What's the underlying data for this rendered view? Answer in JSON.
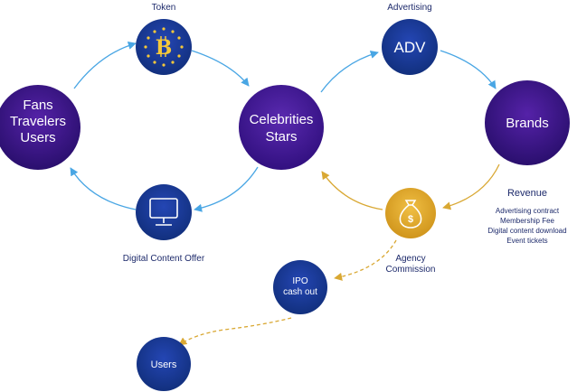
{
  "nodes": {
    "fans": {
      "lines": [
        "Fans",
        "Travelers",
        "Users"
      ]
    },
    "celebrities": {
      "lines": [
        "Celebrities",
        "Stars"
      ]
    },
    "brands": {
      "lines": [
        "Brands"
      ]
    },
    "adv": {
      "text": "ADV"
    },
    "ipo": {
      "lines": [
        "IPO",
        "cash out"
      ]
    },
    "users": {
      "text": "Users"
    }
  },
  "labels": {
    "token": "Token",
    "advertising": "Advertising",
    "digital_content_offer": "Digital Content Offer",
    "revenue": "Revenue",
    "revenue_items": [
      "Advertising contract",
      "Membership Fee",
      "Digital content download",
      "Event tickets"
    ],
    "agency_commission": [
      "Agency",
      "Commission"
    ]
  },
  "icons": {
    "token": "bitcoin-eu-stars-icon",
    "digital": "monitor-icon",
    "commission": "money-bag-icon"
  },
  "colors": {
    "dark_node": "#2a1070",
    "mid_node": "#4a1fa0",
    "blue_node": "#1a3a9e",
    "gold": "#e0a82a",
    "arrow_blue": "#49a6e4",
    "arrow_gold": "#d9a833",
    "text_dark": "#1d2a6b"
  }
}
